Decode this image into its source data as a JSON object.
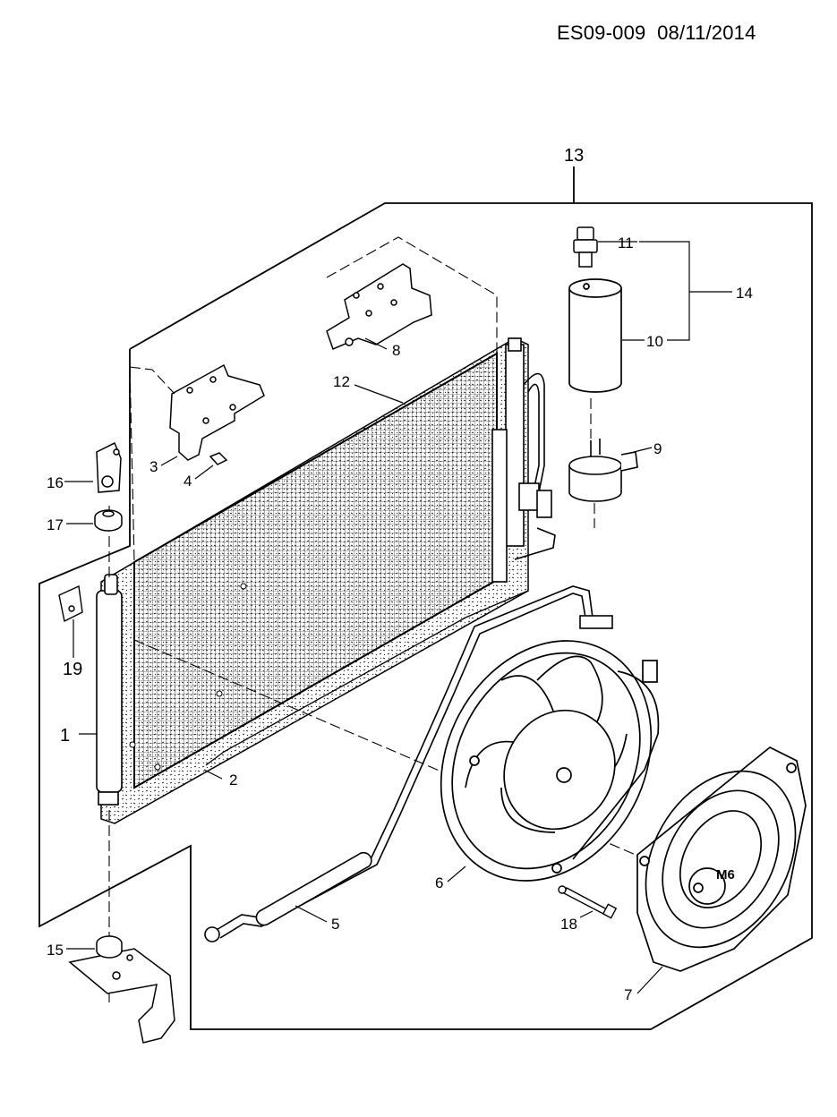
{
  "header": {
    "doc_code": "ES09-009",
    "date": "08/11/2014"
  },
  "callouts": {
    "c1": "1",
    "c2": "2",
    "c3": "3",
    "c4": "4",
    "c5": "5",
    "c6": "6",
    "c7": "7",
    "c8": "8",
    "c9": "9",
    "c10": "10",
    "c11": "11",
    "c12": "12",
    "c13": "13",
    "c14": "14",
    "c15": "15",
    "c16": "16",
    "c17": "17",
    "c18": "18",
    "c19": "19",
    "m6": "M6"
  }
}
